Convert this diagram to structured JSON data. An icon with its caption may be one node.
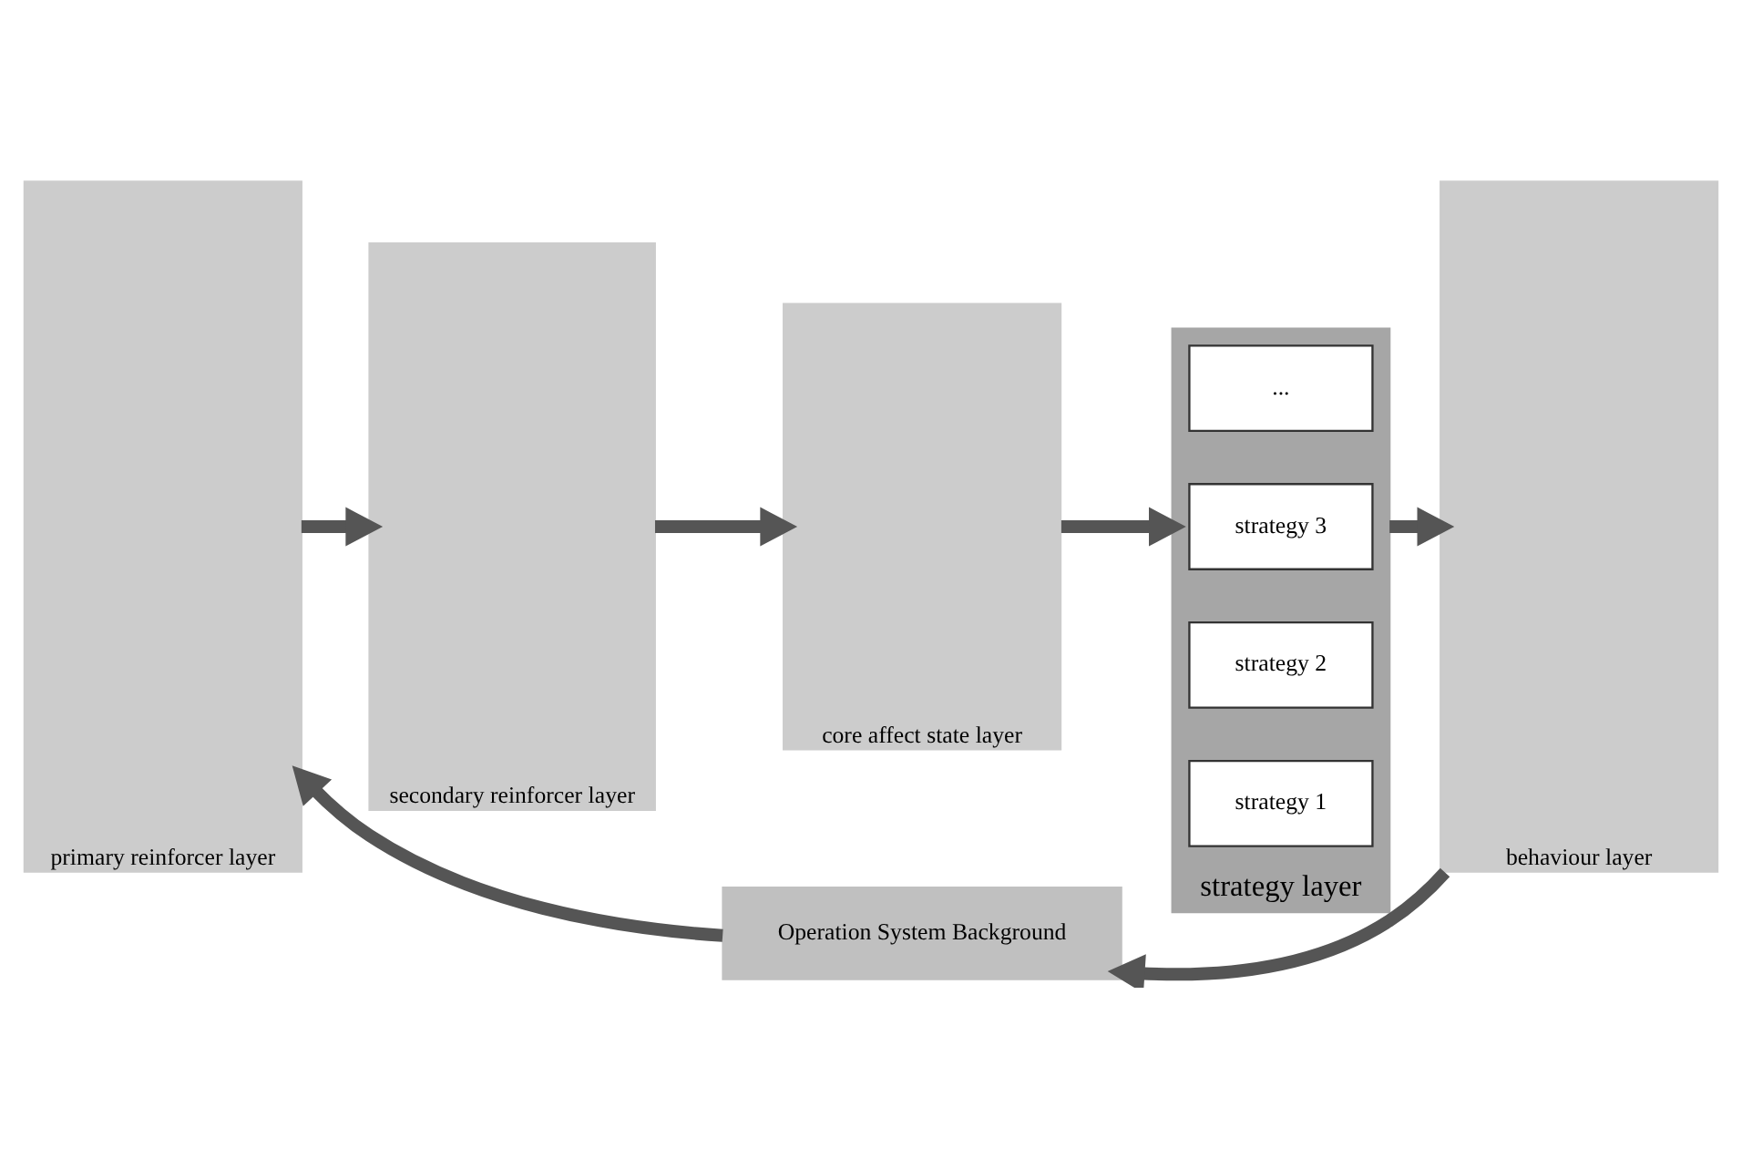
{
  "diagram": {
    "nodes": [
      {
        "text": [
          "primary reinforcer layer"
        ]
      },
      {
        "text": [
          "secondary reinforcer layer"
        ]
      },
      {
        "text": [
          "core affect state layer"
        ]
      },
      {
        "text": [
          "strategy layer"
        ]
      },
      {
        "text": [
          "strategy 1"
        ],
        "in": 3
      },
      {
        "text": [
          "strategy 2"
        ],
        "in": 3
      },
      {
        "text": [
          "strategy 3"
        ],
        "in": 3
      },
      {
        "text": [
          "..."
        ],
        "in": 3
      },
      {
        "text": [
          "behaviour layer"
        ]
      },
      {
        "text": [
          "Operation System Background"
        ]
      }
    ],
    "edges": [
      {
        "from": 0,
        "to": 1,
        "arrow": "to"
      },
      {
        "from": 1,
        "to": 2,
        "arrow": "to"
      },
      {
        "from": 2,
        "to": 3,
        "arrow": "to"
      },
      {
        "from": 3,
        "to": 8,
        "arrow": "to"
      },
      {
        "from": 9,
        "to": 0,
        "arrow": "to"
      },
      {
        "from": 8,
        "to": 9,
        "arrow": "to"
      }
    ]
  }
}
